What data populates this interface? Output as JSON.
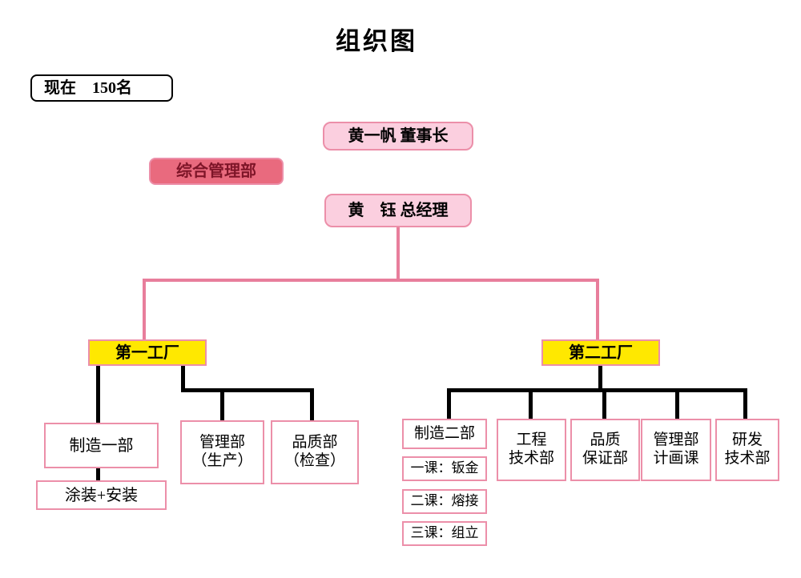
{
  "title": "组织图",
  "headcount_label": "现在　150名",
  "colors": {
    "pink_line": "#E87E9C",
    "light_pink_fill": "#FBCFDF",
    "pink_border": "#EC8FA9",
    "rose_fill": "#E96A7E",
    "yellow_fill": "#FFE800",
    "black_line": "#000000"
  },
  "nodes": {
    "chairman": {
      "label": "黄一帆 董事长"
    },
    "general_affairs": {
      "label": "综合管理部"
    },
    "general_manager": {
      "label": "黄　钰 总经理"
    },
    "factory_1": {
      "label": "第一工厂"
    },
    "factory_2": {
      "label": "第二工厂"
    },
    "manufacturing_1": {
      "label": "制造一部"
    },
    "painting_assembly": {
      "label": "涂装+安装"
    },
    "management_1": {
      "line1": "管理部",
      "line2": "（生产）"
    },
    "quality_1": {
      "line1": "品质部",
      "line2": "（检查）"
    },
    "manufacturing_2": {
      "label": "制造二部"
    },
    "section_1": {
      "label": "一课：钣金"
    },
    "section_2": {
      "label": "二课：熔接"
    },
    "section_3": {
      "label": "三课：组立"
    },
    "engineering": {
      "line1": "工程",
      "line2": "技术部"
    },
    "quality_assurance": {
      "line1": "品质",
      "line2": "保证部"
    },
    "management_2": {
      "line1": "管理部",
      "line2": "计画课"
    },
    "rnd": {
      "line1": "研发",
      "line2": "技术部"
    }
  }
}
